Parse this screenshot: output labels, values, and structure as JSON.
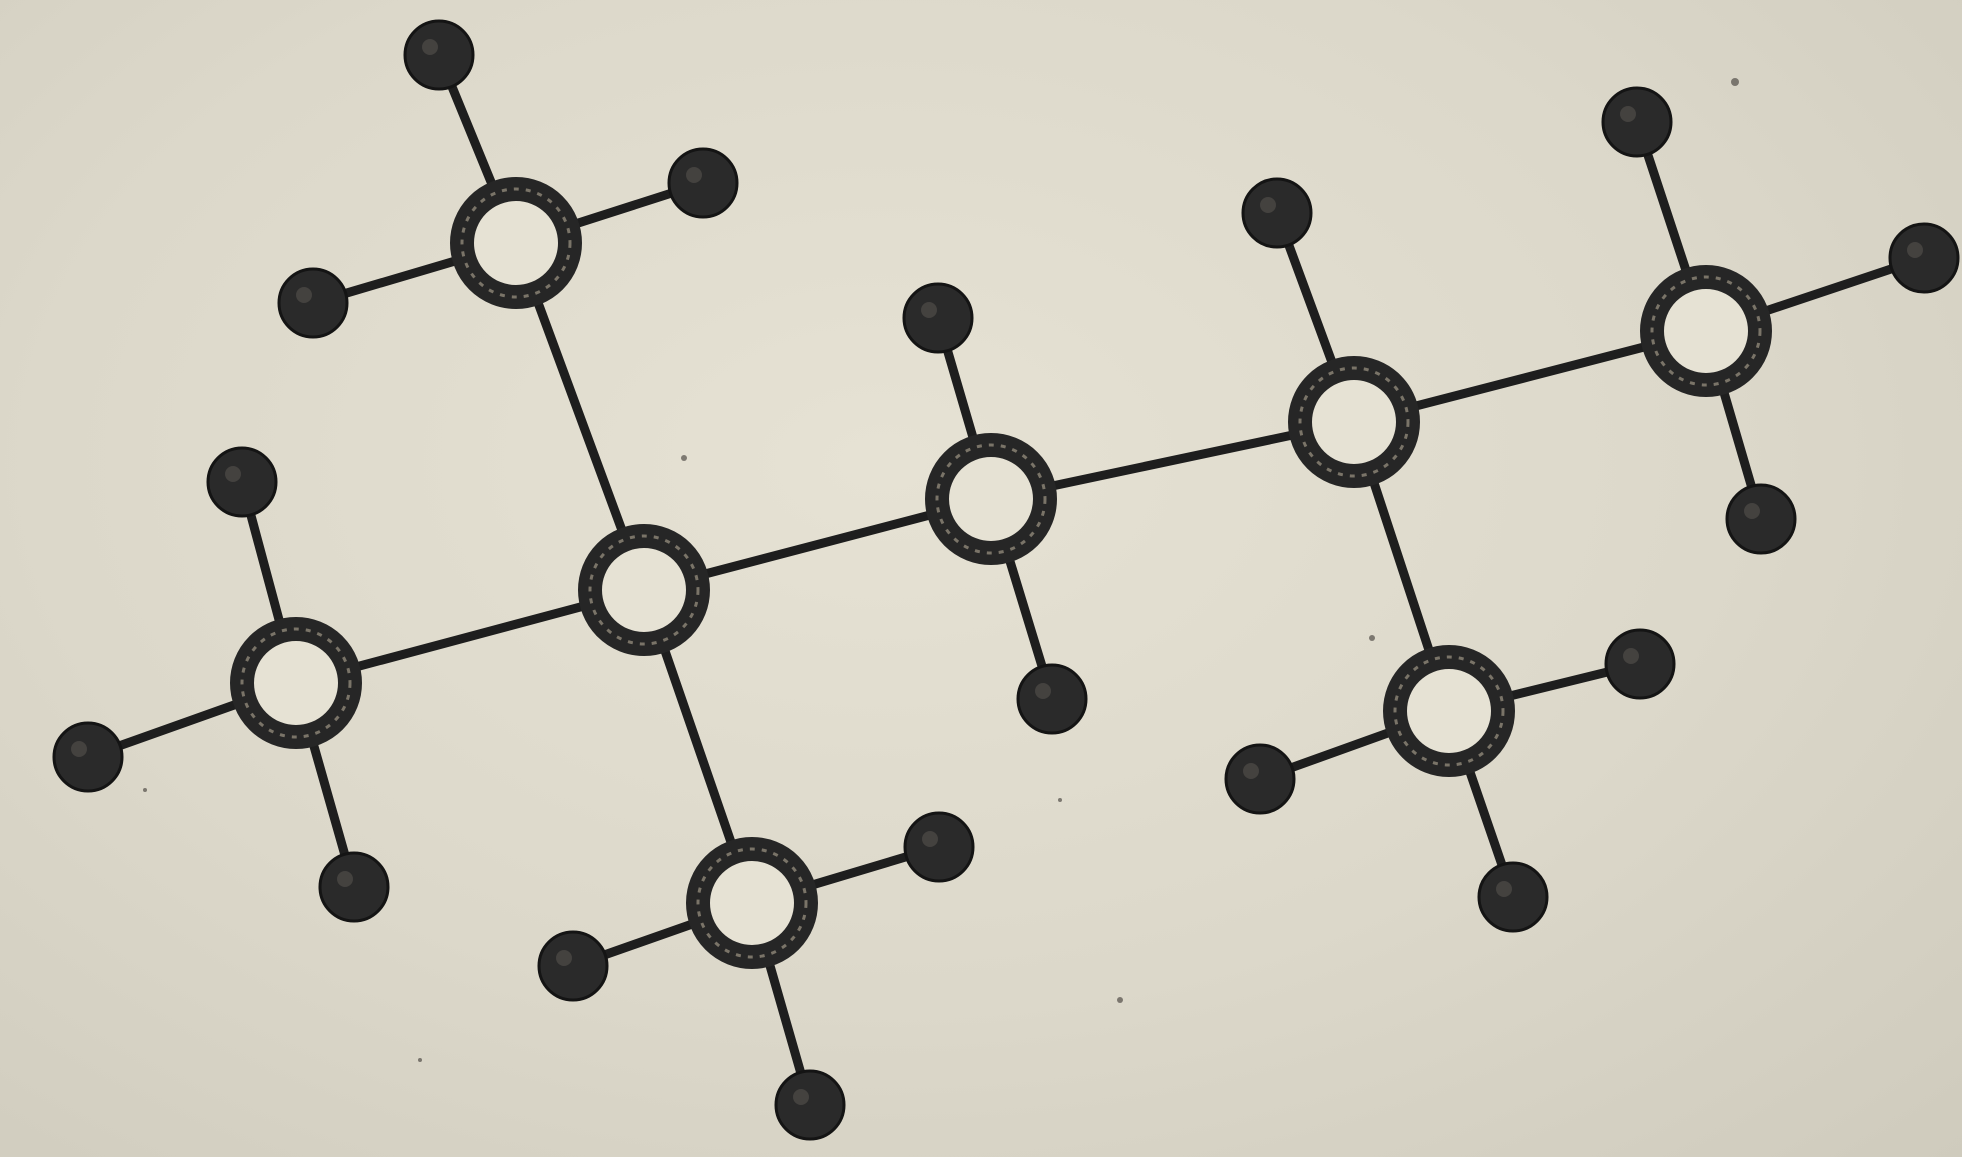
{
  "diagram": {
    "type": "ball-and-stick molecular model",
    "colors": {
      "background": "#dcd8ca",
      "bond": "#1e1e1e",
      "carbon_fill": "#e6e2d4",
      "carbon_ring": "#262626",
      "hydrogen": "#2a2a2a"
    },
    "carbon_atoms": [
      {
        "id": "c1",
        "element": "carbon",
        "role": "methyl"
      },
      {
        "id": "c2",
        "element": "carbon",
        "role": "quaternary"
      },
      {
        "id": "c3",
        "element": "carbon",
        "role": "methyl"
      },
      {
        "id": "c4",
        "element": "carbon",
        "role": "methyl"
      },
      {
        "id": "c5",
        "element": "carbon",
        "role": "methylene"
      },
      {
        "id": "c6",
        "element": "carbon",
        "role": "methine"
      },
      {
        "id": "c7",
        "element": "carbon",
        "role": "methyl"
      },
      {
        "id": "c8",
        "element": "carbon",
        "role": "methyl"
      }
    ],
    "hydrogen_atoms": [
      {
        "id": "h1a",
        "bonded_to": "c1"
      },
      {
        "id": "h1b",
        "bonded_to": "c1"
      },
      {
        "id": "h1c",
        "bonded_to": "c1"
      },
      {
        "id": "h3a",
        "bonded_to": "c3"
      },
      {
        "id": "h3b",
        "bonded_to": "c3"
      },
      {
        "id": "h3c",
        "bonded_to": "c3"
      },
      {
        "id": "h4a",
        "bonded_to": "c4"
      },
      {
        "id": "h4b",
        "bonded_to": "c4"
      },
      {
        "id": "h4c",
        "bonded_to": "c4"
      },
      {
        "id": "h5a",
        "bonded_to": "c5"
      },
      {
        "id": "h5b",
        "bonded_to": "c5"
      },
      {
        "id": "h6a",
        "bonded_to": "c6"
      },
      {
        "id": "h7a",
        "bonded_to": "c7"
      },
      {
        "id": "h7b",
        "bonded_to": "c7"
      },
      {
        "id": "h7c",
        "bonded_to": "c7"
      },
      {
        "id": "h8a",
        "bonded_to": "c8"
      },
      {
        "id": "h8b",
        "bonded_to": "c8"
      },
      {
        "id": "h8c",
        "bonded_to": "c8"
      }
    ],
    "carbon_bonds": [
      [
        "c1",
        "c2"
      ],
      [
        "c2",
        "c3"
      ],
      [
        "c2",
        "c4"
      ],
      [
        "c2",
        "c5"
      ],
      [
        "c5",
        "c6"
      ],
      [
        "c6",
        "c7"
      ],
      [
        "c6",
        "c8"
      ]
    ]
  }
}
